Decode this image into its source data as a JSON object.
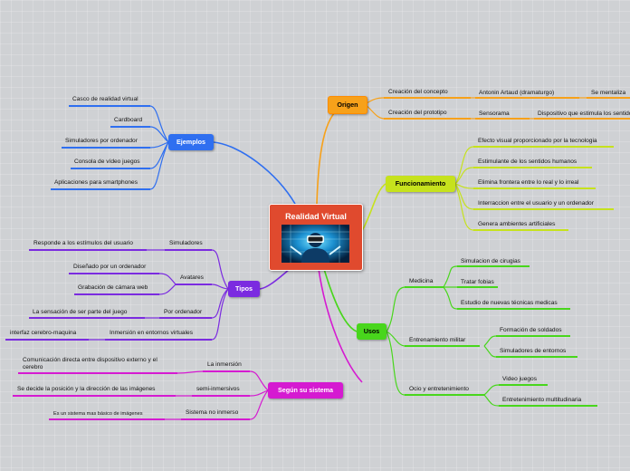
{
  "central": {
    "title": "Realidad Virtual",
    "image": "vr-headset-illustration"
  },
  "colors": {
    "origen": "#f7a11a",
    "funcionamiento": "#c6e21d",
    "usos": "#48d61c",
    "ejemplos": "#2f6ff0",
    "tipos": "#7b2be0",
    "segun": "#d51ad1",
    "central": "#e04a2e"
  },
  "branches": {
    "origen": {
      "label": "Origen",
      "creacion_concepto": "Creación del concepto",
      "antonin": "Antonin Artaud (dramaturgo)",
      "se_mentaliza": "Se mentaliza",
      "creacion_prototipo": "Creación del prototipo",
      "sensorama": "Sensorama",
      "dispositivo": "Dispositivo que estimula los sentidos"
    },
    "funcionamiento": {
      "label": "Funcionamiento",
      "items": [
        "Efecto visual proporcionado por la tecnologia",
        "Estimulante de los sentidos humanos",
        "Elimina frontera entre lo real y lo irreal",
        "Interraccion entre el usuario y un ordenador",
        "Genera ambientes artificiales"
      ]
    },
    "usos": {
      "label": "Usos",
      "medicina": "Medicina",
      "medicina_items": [
        "Simulacion de cirugias",
        "Tratar fobias",
        "Estudio de nuevas técnicas medicas"
      ],
      "entrenamiento": "Entrenamiento militar",
      "entrenamiento_items": [
        "Formación de soldados",
        "Simuladores de entornos"
      ],
      "ocio": "Ocio y entretenimiento",
      "ocio_items": [
        "Video juegos",
        "Entretenimiento multitudinaria"
      ]
    },
    "ejemplos": {
      "label": "Ejemplos",
      "items": [
        "Casco de realidad virtual",
        "Cardboard",
        "Simuladores por ordenador",
        "Consola de vídeo juegos",
        "Aplicaciones para smartphones"
      ]
    },
    "tipos": {
      "label": "Tipos",
      "simuladores": "Simuladores",
      "simuladores_item": "Responde a los estímulos del usuario",
      "avatares": "Avatares",
      "avatares_items": [
        "Diseñado por un ordenador",
        "Grabación de cámara web"
      ],
      "por_ordenador": "Por ordenador",
      "por_ordenador_item": "La sensación de ser parte del juego",
      "inmersion": "Inmersión en entornos virtuales",
      "inmersion_item": "interfaz cerebro-maquina"
    },
    "segun": {
      "label": "Según su sistema",
      "la_inmersion": "La inmersión",
      "la_inmersion_item": "Comunicación directa entre dispositivo externo y el cerebro",
      "semi": "semi-inmersivos",
      "semi_item": "Se decide la posición y la dirección de las imágenes",
      "no_inmerso": "Sistema no inmerso",
      "no_inmerso_item": "Es un sistema mas básico de imágenes"
    }
  }
}
